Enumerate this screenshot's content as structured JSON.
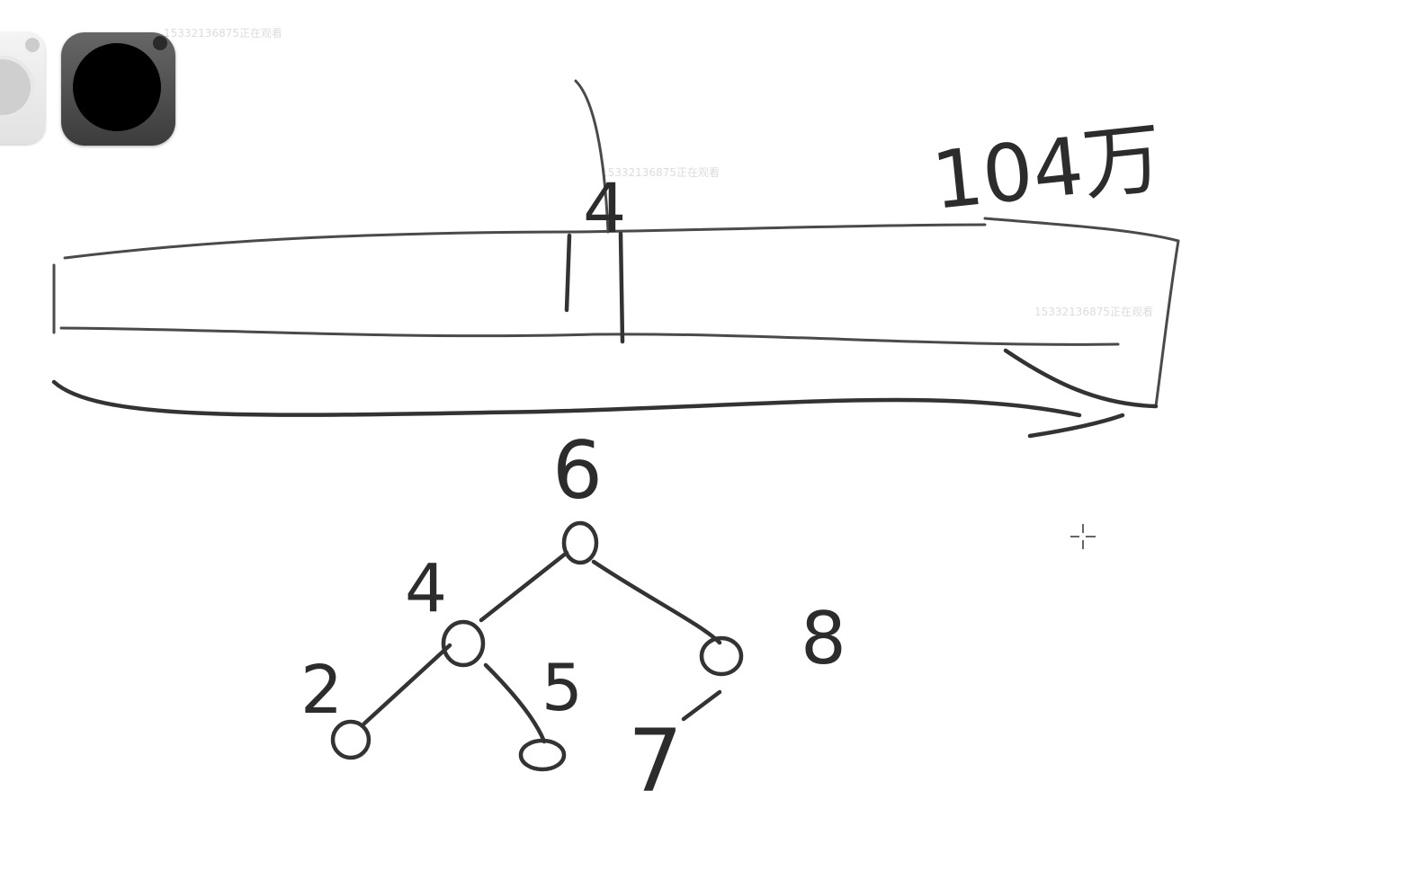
{
  "watermark": {
    "text": "15332136875正在观看"
  },
  "toolbar": {
    "swatches": [
      {
        "name": "light-gray",
        "color": "#cfcfcf"
      },
      {
        "name": "black",
        "color": "#000000"
      }
    ]
  },
  "annotations": {
    "top_right": "104万",
    "pointer_mark": "4"
  },
  "tree": {
    "nodes": [
      {
        "id": "root",
        "label": "6"
      },
      {
        "id": "left",
        "label": "4"
      },
      {
        "id": "right",
        "label": "8"
      },
      {
        "id": "left-left",
        "label": "2"
      },
      {
        "id": "left-right",
        "label": "5"
      },
      {
        "id": "right-left",
        "label": "7"
      }
    ],
    "edges": [
      [
        "root",
        "left"
      ],
      [
        "root",
        "right"
      ],
      [
        "left",
        "left-left"
      ],
      [
        "left",
        "left-right"
      ]
    ]
  },
  "colors": {
    "ink": "#333333",
    "background": "#ffffff"
  }
}
